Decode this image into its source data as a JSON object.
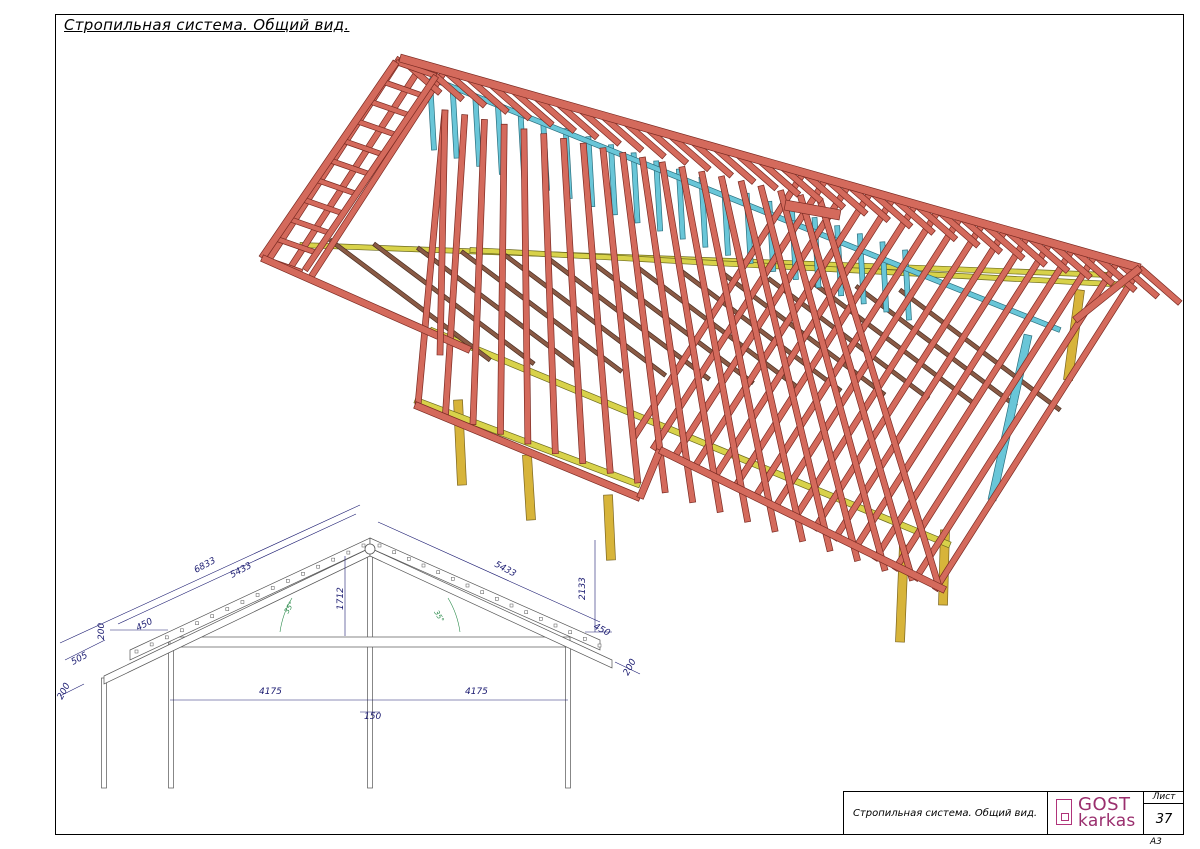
{
  "drawing": {
    "title": "Стропильная система. Общий вид."
  },
  "title_block": {
    "name": "Стропильная система. Общий вид.",
    "logo_top": "GOST",
    "logo_bottom": "karkas",
    "sheet_label": "Лист",
    "sheet_number": "37",
    "format": "А3"
  },
  "dimensions": {
    "rafter_total": "6833",
    "rafter_left": "5433",
    "rafter_right": "5433",
    "ridge_height": "1712",
    "height_right": "2133",
    "overhang_left": "450",
    "overhang_right": "450",
    "height_left": "200",
    "eave_left": "505",
    "eave_offset_left": "200",
    "eave_offset_right": "200",
    "span_left": "4175",
    "span_right": "4175",
    "center_post": "150",
    "angle_left": "35°",
    "angle_right": "35°"
  },
  "colors": {
    "rafter": "#d46a5c",
    "rafter_stroke": "#7a2a22",
    "post": "#d7b43a",
    "beam_yellow": "#d8d24a",
    "stud_blue": "#69c6d8",
    "brace": "#8a5a45",
    "dim_line": "#1a1a70",
    "logo": "#9a2f6e"
  }
}
